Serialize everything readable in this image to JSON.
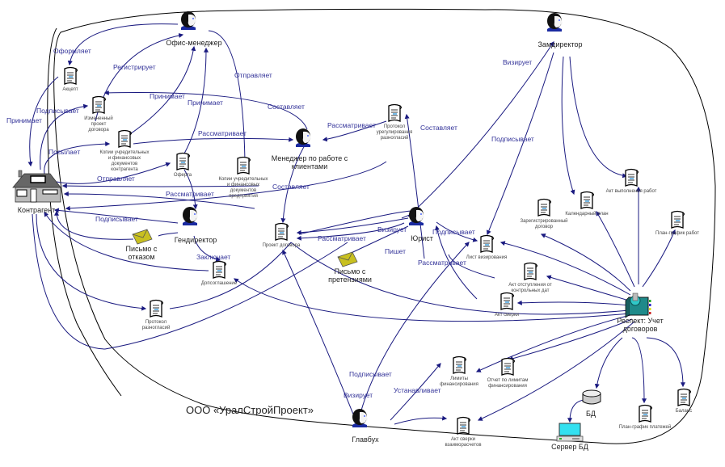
{
  "organization": "ООО «УралСтройПроект»",
  "colors": {
    "edge": "#1a1a80",
    "edge_label": "#333399",
    "boundary": "#000000",
    "envelope": "#c8c020",
    "system": "#1f8a8a",
    "monitor": "#33e0f0"
  },
  "actors": {
    "office_manager": "Офис-менеджер",
    "client_manager": "Менеджер по работе с клиентами",
    "deputy_director": "Замдиректор",
    "general_director": "Гендиректор",
    "lawyer": "Юрист",
    "chief_accountant": "Главбух",
    "counterparty": "Контрагент"
  },
  "systems": {
    "respect": "Респект: Учет договоров",
    "db": "БД",
    "db_server": "Сервер БД"
  },
  "letters": {
    "rejection": "Письмо с отказом",
    "claims": "Письмо с претензиями"
  },
  "documents": {
    "acceptance": "Акцепт",
    "changed_draft": "Измененный проект договора",
    "client_copies": "Копии учредительных и финансовых документов контрагента",
    "offer": "Оферта",
    "company_copies": "Копии учредительных и финансовых документов предприятия",
    "dispute_protocol": "Протокол урегулирования разногласий",
    "draft_contract": "Проект договора",
    "supplement": "Допсоглашение",
    "disagreement_protocol": "Протокол разногласий",
    "approval_sheet": "Лист визирования",
    "deadline_act": "Акт отступления от контрольных дат",
    "reconciliation_act": "Акт сверки",
    "registered_contract": "Зарегистрированный договор",
    "calendar_plan": "Календарный план",
    "work_completion_act": "Акт выполнения работ",
    "work_schedule": "План-график работ",
    "finance_limits": "Лимиты финансирования",
    "limits_report": "Отчет по лимитам финансирования",
    "mutual_reconciliation": "Акт сверки взаиморасчетов",
    "payment_schedule": "План-график платежей",
    "balance": "Баланс"
  },
  "edge_labels": {
    "formalizes": "Оформляет",
    "registers": "Регистрирует",
    "sends": "Отправляет",
    "accepts_1": "Принимает",
    "accepts_2": "Принимает",
    "accepts_3": "Принимает",
    "signs_1": "Подписывает",
    "sends_posts": "Посылает",
    "sends_2": "Отправляет",
    "reviews_1": "Рассматривает",
    "reviews_2": "Рассматривает",
    "composes_1": "Составляет",
    "composes_2": "Составляет",
    "composes_3": "Составляет",
    "reviews_3": "Рассматривает",
    "signs_2": "Подписывает",
    "concludes": "Заключает",
    "approves_1": "Визирует",
    "reviews_4": "Рассматривает",
    "writes": "Пишет",
    "signs_3": "Подписывает",
    "reviews_5": "Рассматривает",
    "approves_2": "Визирует",
    "signs_4": "Подписывает",
    "signs_5": "Подписывает",
    "approves_3": "Визирует",
    "sets": "Устанавливает"
  }
}
